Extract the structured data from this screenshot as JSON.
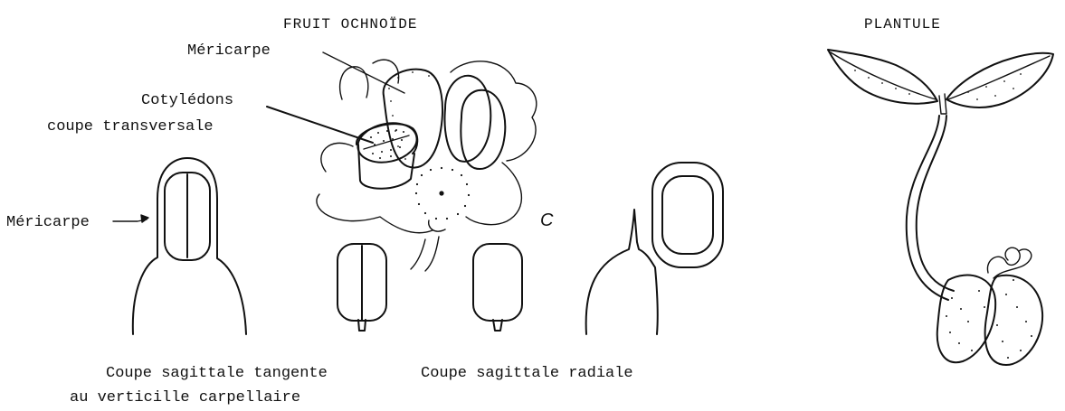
{
  "titles": {
    "fruit": "FRUIT OCHNOÏDE",
    "seedling": "PLANTULE"
  },
  "labels": {
    "mericarp_top": "Méricarpe",
    "cotyledons_line1": "Cotylédons",
    "cotyledons_line2": "coupe transversale",
    "mericarp_left": "Méricarpe",
    "figure_letter": "C"
  },
  "captions": {
    "tangential_line1": "Coupe sagittale tangente",
    "tangential_line2": "au verticille carpellaire",
    "radial": "Coupe sagittale radiale"
  }
}
